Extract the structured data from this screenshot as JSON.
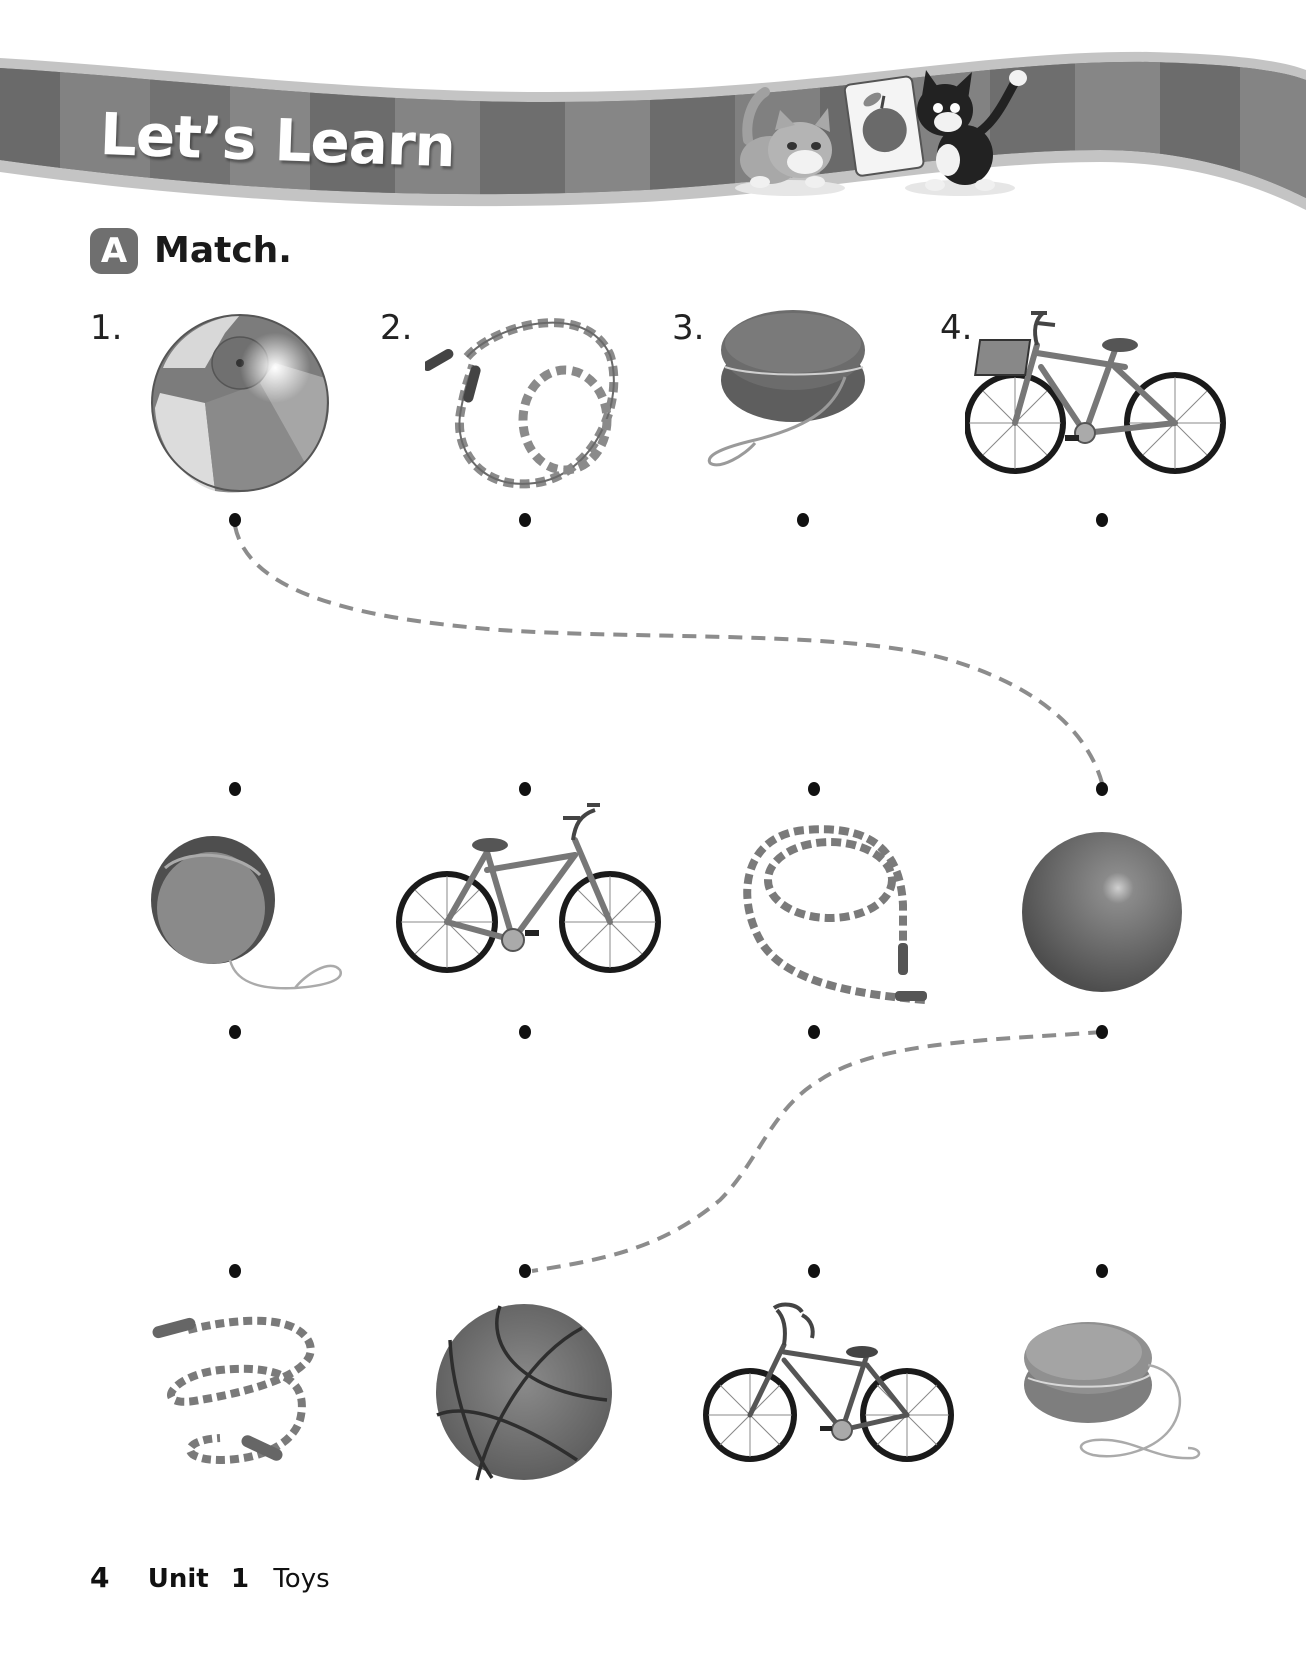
{
  "header": {
    "title": "Let’s Learn",
    "mascots": "two-kittens-with-apple-card"
  },
  "section": {
    "badge": "A",
    "instruction": "Match."
  },
  "top_row": [
    {
      "number": "1.",
      "toy": "beach ball"
    },
    {
      "number": "2.",
      "toy": "jump rope"
    },
    {
      "number": "3.",
      "toy": "yo-yo"
    },
    {
      "number": "4.",
      "toy": "bicycle with basket"
    }
  ],
  "middle_row": [
    "yo-yo",
    "bicycle",
    "jump rope",
    "ball"
  ],
  "bottom_row": [
    "jump rope",
    "basketball",
    "bicycle",
    "yo-yo"
  ],
  "example_matches": [
    {
      "from": "top 1 (beach ball)",
      "to": "middle 4 (ball)"
    },
    {
      "from": "middle 4 (ball)",
      "to": "bottom 2 (basketball)"
    }
  ],
  "footer": {
    "page_number": "4",
    "unit_label": "Unit",
    "unit_number": "1",
    "unit_title": "Toys"
  },
  "colors": {
    "banner_dark": "#6e6e6e",
    "banner_light": "#8a8a8a",
    "banner_border": "#c4c4c4",
    "badge": "#6f6f6f",
    "dash_line": "#8c8c8c",
    "dot": "#111111"
  }
}
